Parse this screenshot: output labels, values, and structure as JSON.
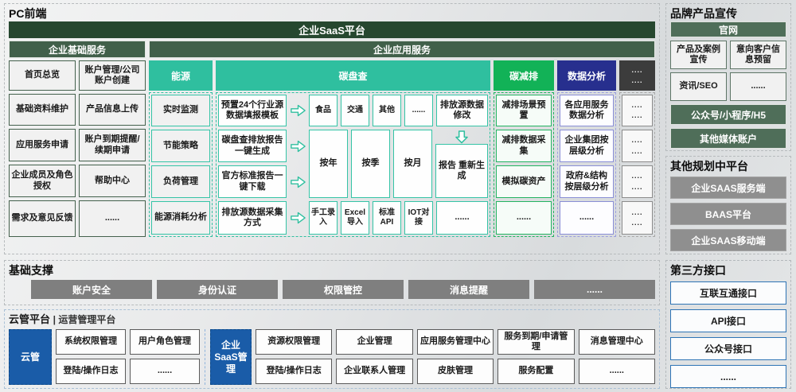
{
  "colors": {
    "dark_green_header": "#26472F",
    "sub_green_header": "#41604A",
    "teal": "#2FBF9F",
    "bright_green": "#12B257",
    "navy": "#272F8E",
    "dark_gray": "#3C3C3C",
    "olive_green": "#4F6E59",
    "gray_bar": "#7F7F7F",
    "blue": "#1A5CA8",
    "blue_border": "#2E74B5"
  },
  "pc": {
    "title": "PC前端",
    "platform": "企业SaaS平台",
    "basic": {
      "header": "企业基础服务",
      "cells": [
        "首页总览",
        "账户管理/公司账户创建",
        "基础资料维护",
        "产品信息上传",
        "应用服务申请",
        "账户到期提醒/续期申请",
        "企业成员及角色授权",
        "帮助中心",
        "需求及意见反馈",
        "......"
      ]
    },
    "app": {
      "header": "企业应用服务",
      "energy": {
        "header": "能源",
        "cells": [
          "实时监测",
          "节能策略",
          "负荷管理",
          "能源消耗分析"
        ]
      },
      "audit": {
        "header": "碳盘查",
        "template_source": "预置24个行业源数据填报模板",
        "template_targets": [
          "食品",
          "交通",
          "其他",
          "......"
        ],
        "modify": "排放源数据修改",
        "report_sources": [
          "碳盘查排放报告一键生成",
          "官方标准报告一键下载"
        ],
        "periods": [
          "按年",
          "按季",
          "按月"
        ],
        "regen": "报告 重新生成",
        "collect_source": "排放源数据采集方式",
        "collect_targets": [
          "手工录入",
          "Excel导入",
          "标准API",
          "IOT对接",
          "......"
        ]
      },
      "reduce": {
        "header": "碳减排",
        "cells": [
          "减排场景预置",
          "减排数据采集",
          "模拟碳资产",
          "......"
        ]
      },
      "analysis": {
        "header": "数据分析",
        "cells": [
          "各应用服务数据分析",
          "企业集团按层级分析",
          "政府&结构按层级分析",
          "......"
        ]
      },
      "more": {
        "header": "....\n....",
        "cells": [
          "....\n....",
          "....\n....",
          "....\n....",
          "....\n...."
        ]
      }
    }
  },
  "brand": {
    "title": "品牌产品宣传",
    "site": "官网",
    "cells": [
      "产品及案例宣传",
      "意向客户信息预留",
      "资讯/SEO",
      "......"
    ],
    "bars": [
      "公众号/小程序/H5",
      "其他媒体账户"
    ]
  },
  "planned": {
    "title": "其他规划中平台",
    "items": [
      "企业SAAS服务端",
      "BAAS平台",
      "企业SAAS移动端"
    ]
  },
  "support": {
    "title": "基础支撑",
    "items": [
      "账户安全",
      "身份认证",
      "权限管控",
      "消息提醒",
      "......"
    ]
  },
  "cloud": {
    "title": "云管平台",
    "subtitle": "| 运营管理平台",
    "cloud_label": "云管",
    "cloud_items": [
      "系统权限管理",
      "用户角色管理",
      "登陆/操作日志",
      "......"
    ],
    "saas_label": "企业SaaS管理",
    "saas_items": [
      "资源权限管理",
      "企业管理",
      "应用服务管理中心",
      "服务到期/申请管理",
      "消息管理中心",
      "登陆/操作日志",
      "企业联系人管理",
      "皮肤管理",
      "服务配置",
      "......"
    ]
  },
  "third": {
    "title": "第三方接口",
    "items": [
      "互联互通接口",
      "API接口",
      "公众号接口",
      "......"
    ]
  }
}
